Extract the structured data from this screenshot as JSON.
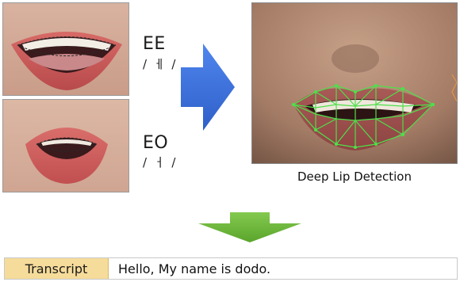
{
  "phonemes": [
    {
      "label": "EE",
      "ipa": "/ ㅔ /"
    },
    {
      "label": "EO",
      "ipa": "/ ㅓ /"
    }
  ],
  "caption": "Deep Lip Detection",
  "transcript": {
    "key": "Transcript",
    "value": "Hello, My name is dodo."
  },
  "colors": {
    "arrow_blue": "#3a6fd8",
    "arrow_green": "#6fb83a",
    "landmark_green": "#4ee04a",
    "transcript_key_bg": "#f6dc9a"
  }
}
